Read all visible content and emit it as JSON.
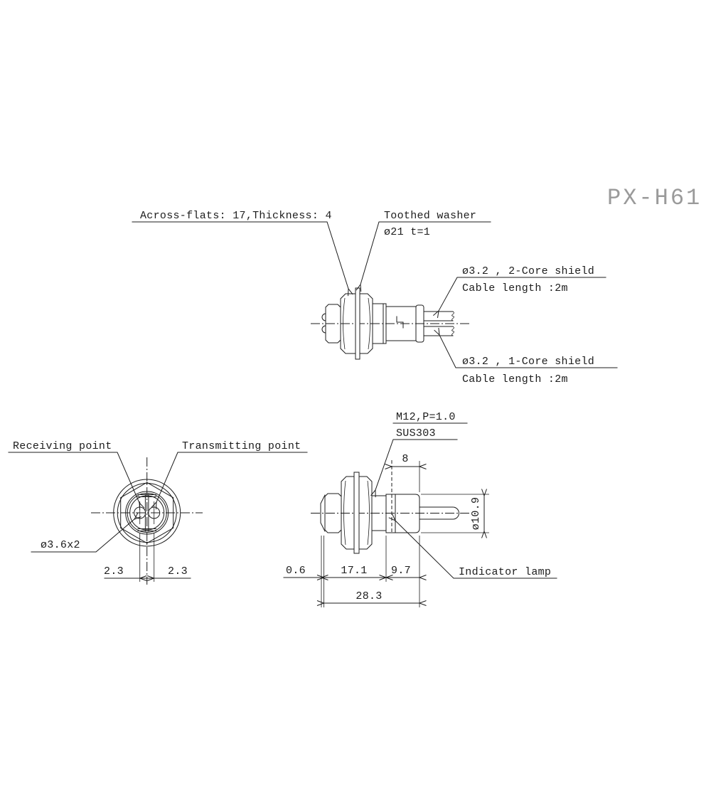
{
  "title": "PX-H61",
  "colors": {
    "line": "#1c1c1c",
    "title_gray": "#9a9a9a",
    "background": "#ffffff"
  },
  "top_view": {
    "across_flats_label": "Across-flats: 17,Thickness: 4",
    "toothed_washer_label": "Toothed washer",
    "toothed_washer_spec": "ø21 t=1",
    "cable_top_spec": "ø3.2 , 2-Core shield",
    "cable_top_length": "Cable length :2m",
    "cable_bottom_spec": "ø3.2 , 1-Core shield",
    "cable_bottom_length": "Cable length :2m"
  },
  "front_view": {
    "receiving_label": "Receiving point",
    "transmitting_label": "Transmitting point",
    "holes_label": "ø3.6x2",
    "dim_left": "2.3",
    "dim_right": "2.3"
  },
  "side_view": {
    "thread_label": "M12,P=1.0",
    "material_label": "SUS303",
    "dim_rear": "8",
    "dim_diameter": "ø10.9",
    "dim_tip": "0.6",
    "dim_mid": "17.1",
    "dim_rear_len": "9.7",
    "dim_total": "28.3",
    "indicator_label": "Indicator lamp"
  }
}
